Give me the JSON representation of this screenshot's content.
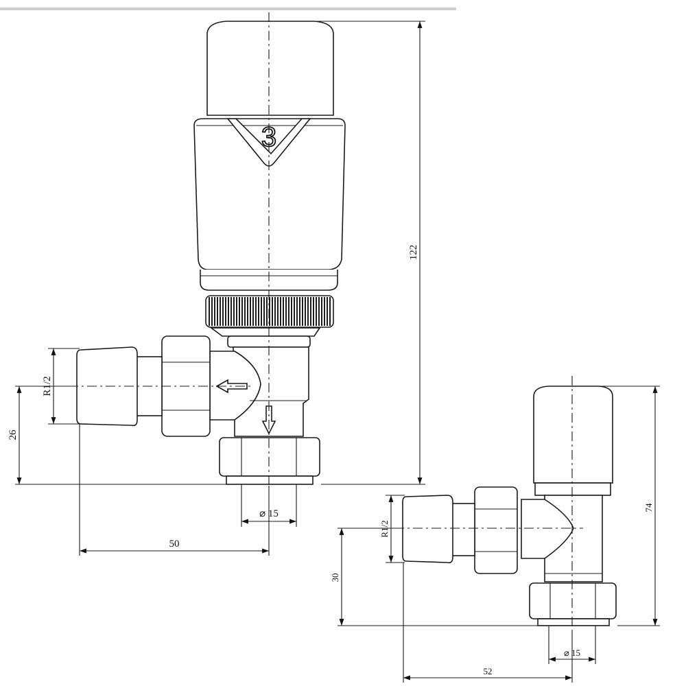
{
  "diagram": {
    "thermostatic_valve": {
      "dial_number": "3",
      "dim_height": "122",
      "dim_offset": "50",
      "dim_axis": "26",
      "dim_pipe": "⌀ 15",
      "dim_thread": "R1/2"
    },
    "manual_valve": {
      "dim_height": "74",
      "dim_offset": "52",
      "dim_axis": "30",
      "dim_pipe": "⌀ 15",
      "dim_thread": "R1/2"
    }
  }
}
